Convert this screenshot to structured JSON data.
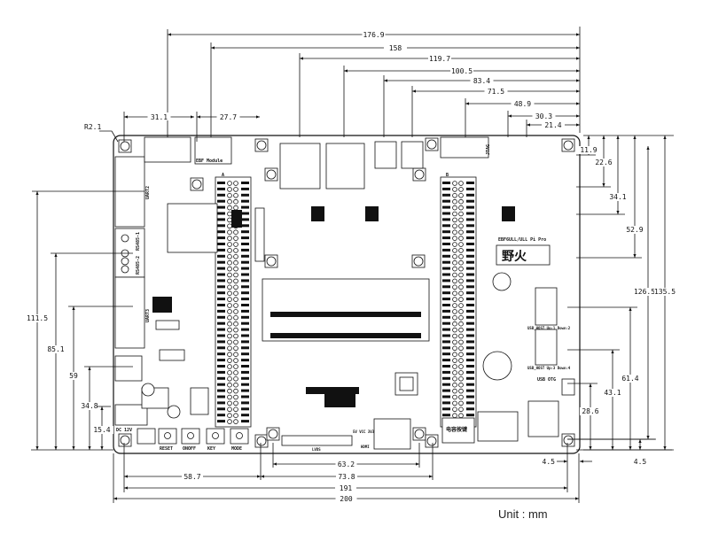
{
  "dimensions": {
    "top": [
      "176.9",
      "158",
      "119.7",
      "100.5",
      "83.4",
      "71.5",
      "48.9",
      "30.3",
      "21.4",
      "31.1",
      "27.7"
    ],
    "right": [
      "11.9",
      "22.6",
      "34.1",
      "52.9",
      "126.5",
      "135.5",
      "61.4",
      "43.1",
      "28.6",
      "4.5"
    ],
    "left": [
      "111.5",
      "85.1",
      "59",
      "34.8",
      "15.4"
    ],
    "bottom": [
      "63.2",
      "58.7",
      "73.8",
      "191",
      "200",
      "4.5"
    ],
    "corner_radius": "R2.1"
  },
  "unit": "Unit : mm",
  "board": {
    "labels": {
      "reset": "RESET",
      "onoff": "ONOFF",
      "key": "KEY",
      "mode": "MODE",
      "dc": "DC 12V",
      "ebf_module": "EBF Module",
      "uart2": "UART2",
      "uart3": "UART3",
      "rs485_1": "RS485-1",
      "rs485_2": "RS485-2",
      "jtag": "JTAG",
      "usb_otg": "USB OTG",
      "usb_host_1": "USB_HOST Up:1 Down:2",
      "usb_host_2": "USB_HOST Up:3 Down:4",
      "lvds": "LVDS",
      "hdmi": "HDMI",
      "power": "5V VCC 3V3",
      "header_a": "A",
      "header_b": "B",
      "cap_key": "电容按键",
      "brand": "野火",
      "model": "EBF6ULL/ULL Pi Pro"
    }
  },
  "colors": {
    "line": "#111111",
    "background": "#ffffff"
  }
}
